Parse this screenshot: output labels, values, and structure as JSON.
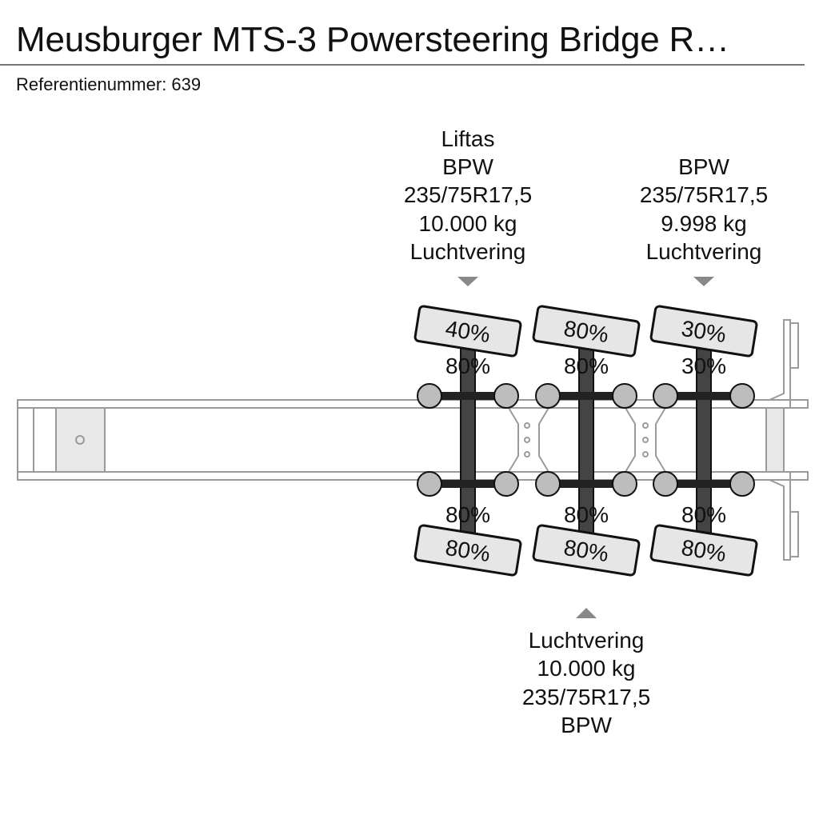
{
  "header": {
    "title": "Meusburger MTS-3 Powersteering Bridge R…",
    "reference": "Referentienummer: 639"
  },
  "axle_info": {
    "axle1": [
      "Liftas",
      "BPW",
      "235/75R17,5",
      "10.000 kg",
      "Luchtvering"
    ],
    "axle2": [
      "Luchtvering",
      "10.000 kg",
      "235/75R17,5",
      "BPW"
    ],
    "axle3": [
      "BPW",
      "235/75R17,5",
      "9.998 kg",
      "Luchtvering"
    ]
  },
  "tyres": {
    "axle1": {
      "top_outer": "40%",
      "top_inner": "80%",
      "bottom_inner": "80%",
      "bottom_outer": "80%"
    },
    "axle2": {
      "top_outer": "80%",
      "top_inner": "80%",
      "bottom_inner": "80%",
      "bottom_outer": "80%"
    },
    "axle3": {
      "top_outer": "30%",
      "top_inner": "30%",
      "bottom_inner": "80%",
      "bottom_outer": "80%"
    }
  },
  "colors": {
    "frame_stroke": "#9a9a9a",
    "frame_fill": "#e8e8e8",
    "axle_fill": "#444444",
    "hub_fill": "#bdbdbd",
    "tyre_fill": "#e6e6e6",
    "marker": "#888888"
  }
}
